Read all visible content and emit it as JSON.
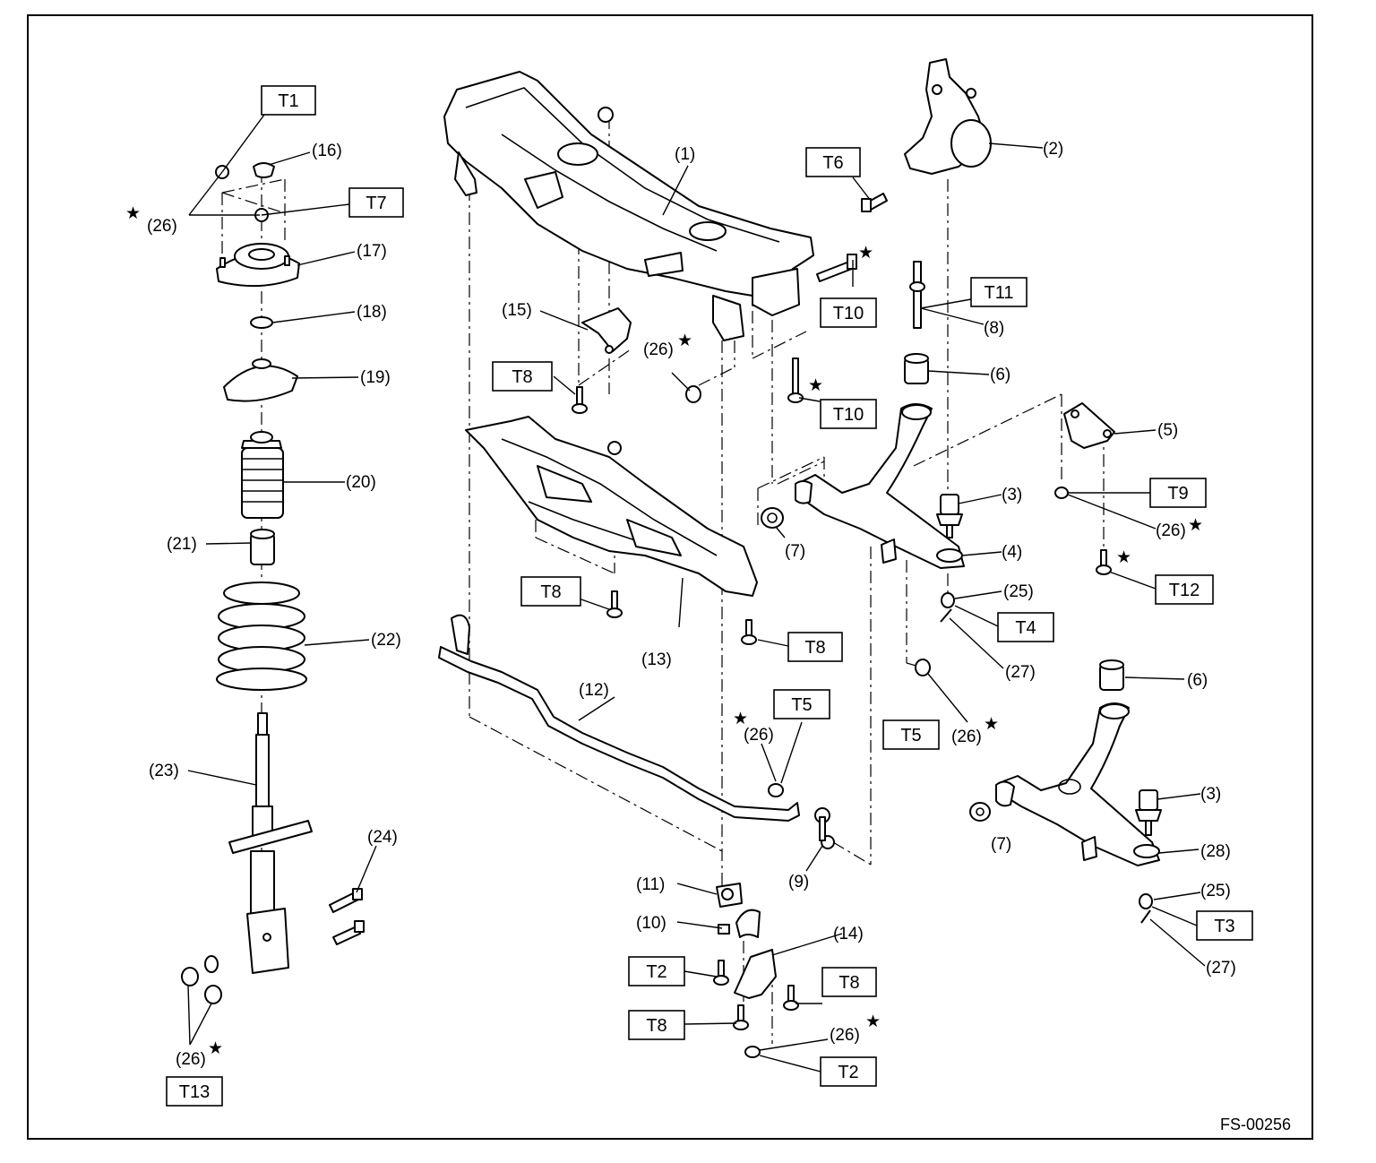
{
  "figure_code": "FS-00256",
  "callouts": {
    "c1": "(1)",
    "c2": "(2)",
    "c3a": "(3)",
    "c3b": "(3)",
    "c4": "(4)",
    "c5": "(5)",
    "c6a": "(6)",
    "c6b": "(6)",
    "c7a": "(7)",
    "c7b": "(7)",
    "c8": "(8)",
    "c9": "(9)",
    "c10": "(10)",
    "c11": "(11)",
    "c12": "(12)",
    "c13": "(13)",
    "c14": "(14)",
    "c15": "(15)",
    "c16": "(16)",
    "c17": "(17)",
    "c18": "(18)",
    "c19": "(19)",
    "c20": "(20)",
    "c21": "(21)",
    "c22": "(22)",
    "c23": "(23)",
    "c24": "(24)",
    "c25a": "(25)",
    "c25b": "(25)",
    "c26a": "(26)",
    "c26b": "(26)",
    "c26c": "(26)",
    "c26d": "(26)",
    "c26e": "(26)",
    "c26f": "(26)",
    "c26g": "(26)",
    "c27a": "(27)",
    "c27b": "(27)",
    "c28": "(28)"
  },
  "torque_labels": {
    "t1": "T1",
    "t7": "T7",
    "t6": "T6",
    "t10a": "T10",
    "t10b": "T10",
    "t11": "T11",
    "t8a": "T8",
    "t8b": "T8",
    "t8c": "T8",
    "t8d": "T8",
    "t8e": "T8",
    "t9": "T9",
    "t12": "T12",
    "t4": "T4",
    "t5a": "T5",
    "t5b": "T5",
    "t2a": "T2",
    "t2b": "T2",
    "t3": "T3",
    "t13": "T13"
  },
  "star_symbol": "★"
}
